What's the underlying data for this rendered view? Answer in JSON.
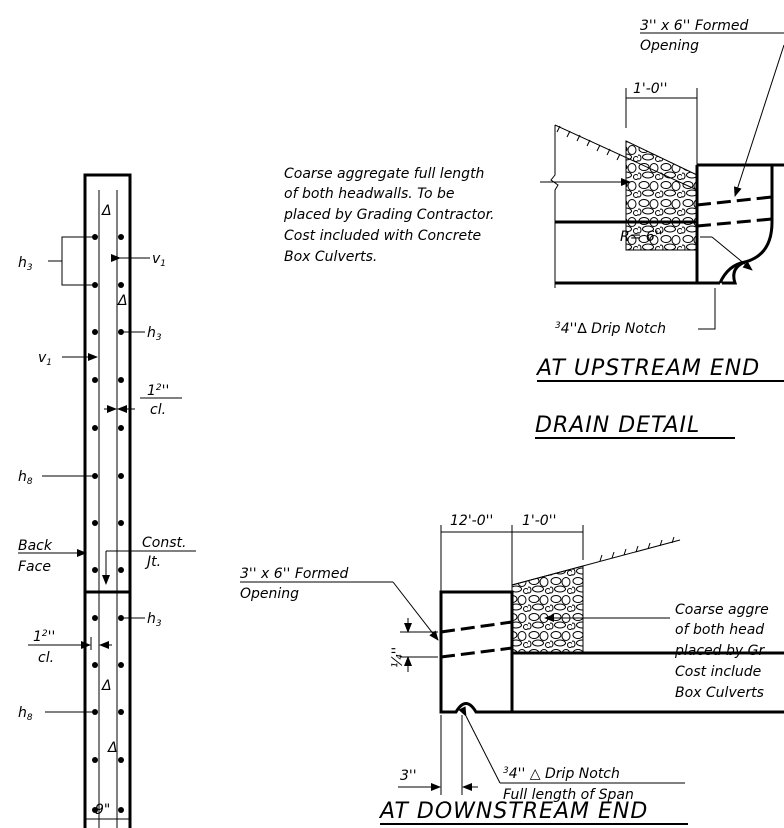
{
  "wall": {
    "dim_width": "9\"",
    "labels": {
      "h3_a": "h",
      "h3_a_sub": "3",
      "v1_a": "v",
      "v1_a_sub": "1",
      "h3_b": "h",
      "h3_b_sub": "3",
      "v1_b": "v",
      "v1_b_sub": "1",
      "cover_top_1": "1",
      "cover_top_2": "2",
      "cover_top_q": "''",
      "cover_top_cl": "cl.",
      "h8_a": "h",
      "h8_a_sub": "8",
      "back_face_1": "Back",
      "back_face_2": "Face",
      "const_jt_1": "Const.",
      "const_jt_2": "Jt.",
      "h3_c": "h",
      "h3_c_sub": "3",
      "cover_bot_1": "1",
      "cover_bot_2": "2",
      "cover_bot_q": "''",
      "cover_bot_cl": "cl.",
      "h8_b": "h",
      "h8_b_sub": "8"
    }
  },
  "upstream": {
    "opening_1": "3'' x 6'' Formed",
    "opening_2": "Opening",
    "dim_1ft": "1'-0''",
    "note_1": "Coarse aggregate full length",
    "note_2": "of both headwalls.  To be",
    "note_3": "placed by Grading Contractor.",
    "note_4": "Cost included with Concrete",
    "note_5": "Box Culverts.",
    "radius": "R= 6''",
    "drip_num": "3",
    "drip_den": "4",
    "drip_text": "''∆ Drip Notch",
    "title": "AT UPSTREAM END"
  },
  "section_title": "DRAIN DETAIL",
  "downstream": {
    "dim_12": "12'-0''",
    "dim_1ft": "1'-0''",
    "opening_1": "3'' x 6'' Formed",
    "opening_2": "Opening",
    "note_1": "Coarse aggre",
    "note_2": "of both head",
    "note_3": "placed by Gr",
    "note_4": "Cost include",
    "note_5": "Box Culverts",
    "dim_quarter": "¼''",
    "dim_3in": "3''",
    "drip_num": "3",
    "drip_den": "4",
    "drip_text": "'' △ Drip Notch",
    "drip_text_2": "Full length of Span",
    "title": "AT DOWNSTREAM END"
  }
}
